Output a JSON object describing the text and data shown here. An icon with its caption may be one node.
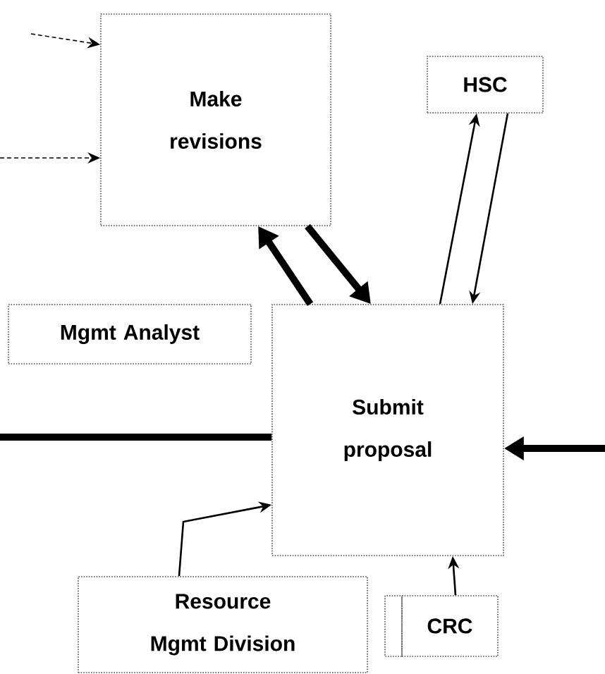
{
  "diagram": {
    "nodes": [
      {
        "text": [
          "Make revisions"
        ]
      },
      {
        "text": [
          "HSC"
        ]
      },
      {
        "text": [
          "Mgmt Analyst"
        ]
      },
      {
        "text": [
          "Submit proposal"
        ]
      },
      {
        "text": [
          "Resource Mgmt Division"
        ]
      },
      {
        "text": [
          "CRC"
        ]
      }
    ],
    "edges": [
      {
        "from": null,
        "to": 0,
        "arrow": "to",
        "style": "dashed"
      },
      {
        "from": null,
        "to": 0,
        "arrow": "to",
        "style": "dashed"
      },
      {
        "from": 3,
        "to": 0,
        "arrow": "to",
        "style": "thick"
      },
      {
        "from": 0,
        "to": 3,
        "arrow": "to",
        "style": "thick"
      },
      {
        "from": 3,
        "to": 1,
        "arrow": "to"
      },
      {
        "from": 1,
        "to": 3,
        "arrow": "to"
      },
      {
        "from": null,
        "to": 3,
        "arrow": "none",
        "style": "thick"
      },
      {
        "from": null,
        "to": 3,
        "arrow": "to",
        "style": "thick"
      },
      {
        "from": 4,
        "to": 3,
        "arrow": "to"
      },
      {
        "from": 5,
        "to": 3,
        "arrow": "to"
      }
    ]
  }
}
